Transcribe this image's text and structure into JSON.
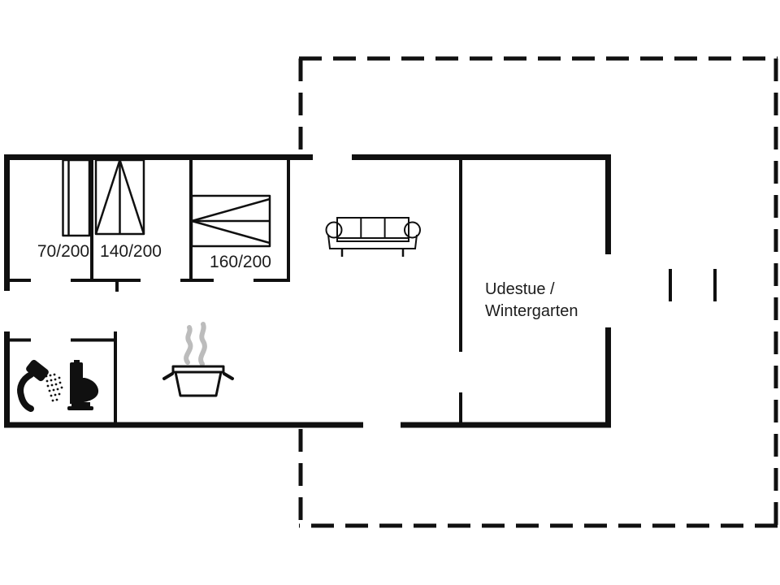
{
  "colors": {
    "background": "#ffffff",
    "wall": "#101010",
    "text": "#1c1c1c",
    "steam": "#bcbcbc"
  },
  "labels": {
    "bed_small": "70/200",
    "bed_double": "140/200",
    "bed_large": "160/200"
  },
  "room": {
    "name_line1": "Udestue /",
    "name_line2": "Wintergarten"
  }
}
